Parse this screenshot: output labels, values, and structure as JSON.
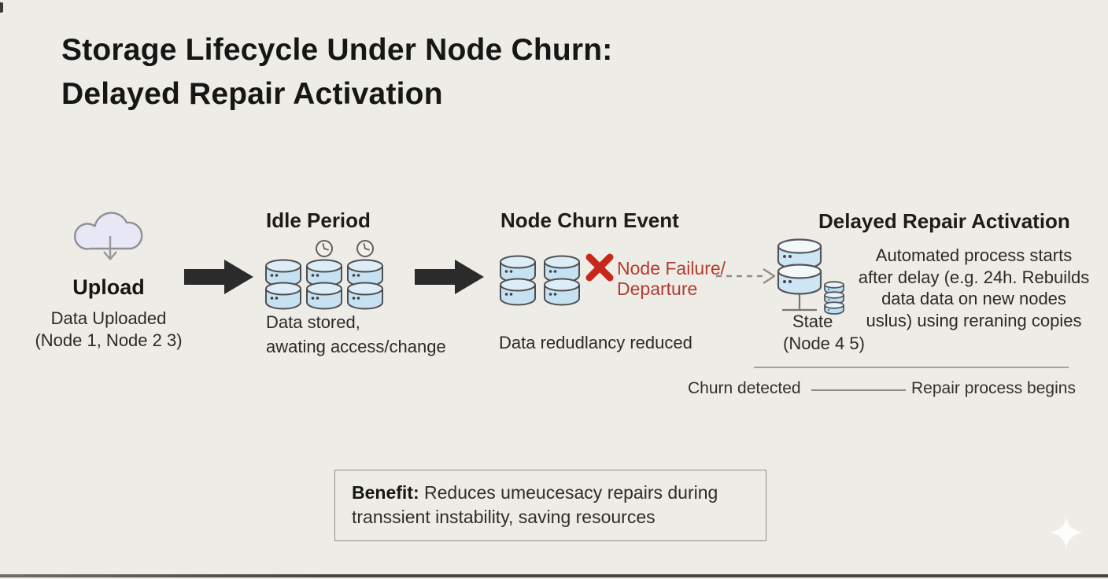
{
  "slide": {
    "title_line1": "Storage Lifecycle Under Node Churn:",
    "title_line2": "Delayed Repair Activation",
    "background_color": "#edece6",
    "accent_red": "#c6281b",
    "database_fill": "#c6e2f2"
  },
  "stages": {
    "upload": {
      "icon": "cloud-upload-icon",
      "label": "Upload",
      "caption_line1": "Data Uploaded",
      "caption_line2": "(Node 1, Node 2 3)"
    },
    "idle": {
      "heading": "Idle Period",
      "icon": "database-cluster-with-clocks-icon",
      "caption_line1": "Data stored,",
      "caption_line2": "awating access/change"
    },
    "churn": {
      "heading": "Node Churn Event",
      "icon": "database-pair-icon",
      "failure_label_line1": "Node Failure/",
      "failure_label_line2": "Departure",
      "caption": "Data redudlancy reduced"
    },
    "repair": {
      "heading": "Delayed Repair Activation",
      "icon": "repair-database-icon",
      "desc_lines": [
        "Automated process starts",
        "after delay (e.g. 24h. Rebuilds",
        "data data on new nodes",
        "uslus) using reraning copies"
      ],
      "state_line1": "State",
      "state_line2": "(Node 4 5)"
    }
  },
  "timeline": {
    "left_label": "Churn detected",
    "right_label": "Repair process begins"
  },
  "benefit": {
    "label": "Benefit:",
    "line1_rest": " Reduces umeucesacy repairs during",
    "line2": "transsient instability, saving resources"
  }
}
